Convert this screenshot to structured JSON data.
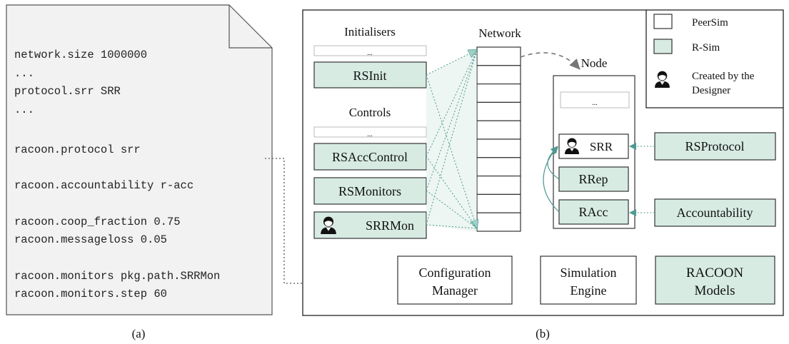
{
  "config_file": {
    "lines": [
      "network.size 1000000",
      "...",
      "protocol.srr SRR",
      "...",
      "racoon.protocol srr",
      "racoon.accountability r-acc",
      "racoon.coop_fraction 0.75",
      "racoon.messageloss 0.05",
      "racoon.monitors pkg.path.SRRMon",
      "racoon.monitors.step 60"
    ],
    "caption": "(a)"
  },
  "architecture": {
    "caption": "(b)",
    "initialisers_title": "Initialisers",
    "controls_title": "Controls",
    "network_title": "Network",
    "node_title": "Node",
    "ellipsis": "...",
    "init_items": [
      "RSInit"
    ],
    "control_items": [
      "RSAccControl",
      "RSMonitors",
      "SRRMon"
    ],
    "node_items": [
      "SRR",
      "RRep",
      "RAcc"
    ],
    "external_items": [
      "RSProtocol",
      "Accountability"
    ],
    "bottom_boxes": {
      "config_manager": "Configuration Manager",
      "simulation_engine": "Simulation Engine",
      "racoon_models": "RACOON Models"
    }
  },
  "legend": {
    "peersim": "PeerSim",
    "rsim": "R-Sim",
    "designer": "Created by the Designer"
  },
  "colors": {
    "green_fill": "#d7ebe3",
    "teal_line": "#4e9a92",
    "file_bg": "#f2f2f2"
  }
}
